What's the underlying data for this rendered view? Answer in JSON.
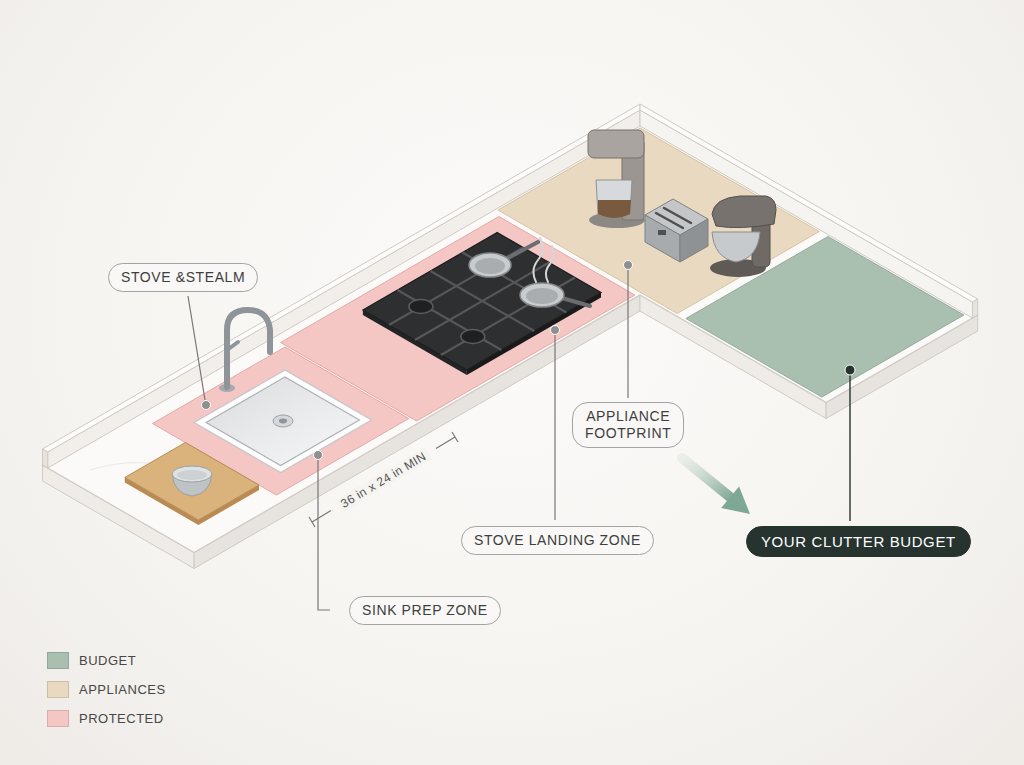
{
  "diagram": {
    "nodes": [
      {
        "text": [
          "STOVE &STEALM"
        ]
      },
      {
        "text": [
          "APPLIANCE FOOTPRINT"
        ]
      },
      {
        "text": [
          "STOVE LANDING ZONE"
        ]
      },
      {
        "text": [
          "YOUR CLUTTER BUDGET"
        ]
      },
      {
        "text": [
          "SINK PREP ZONE"
        ]
      }
    ],
    "labels": [
      "36 in x 24 in MIN"
    ],
    "legend": [
      {
        "text": "BUDGET",
        "color": "#a9c0b0"
      },
      {
        "text": "APPLIANCES",
        "color": "#e8d9c0"
      },
      {
        "text": "PROTECTED",
        "color": "#f4c6c4"
      }
    ]
  }
}
